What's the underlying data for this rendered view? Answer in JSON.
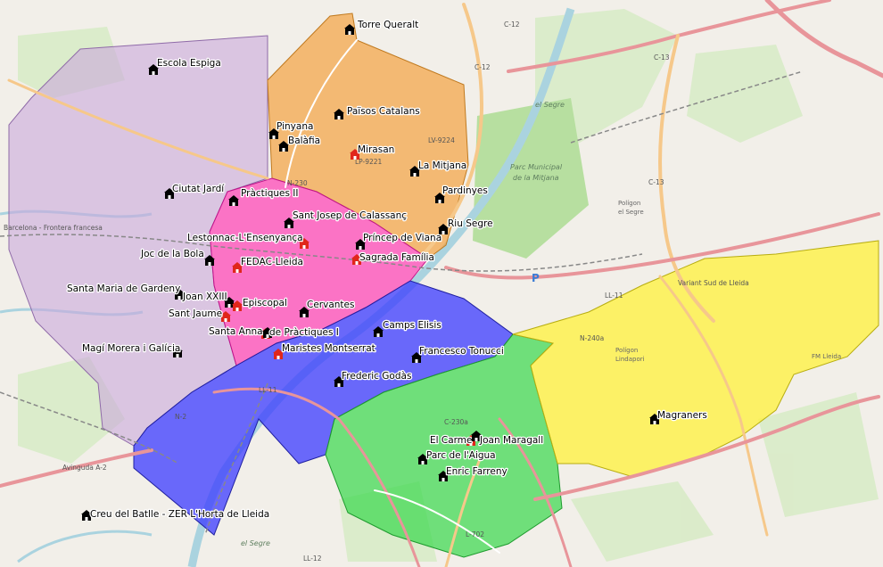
{
  "colors": {
    "background": "#f2efe9",
    "zone_west": "#c9a8dc",
    "zone_north": "#f4a340",
    "zone_center": "#ff3fb5",
    "zone_south_blue": "#3b3bff",
    "zone_south_green": "#37d84a",
    "zone_east": "#fff23a",
    "river": "#aad3df",
    "park": "#c8e6b0",
    "major_road": "#e8959a",
    "secondary_road": "#f6c88a",
    "school_icon": "#000000",
    "school_icon_red": "#e0261b"
  },
  "schools": [
    {
      "id": "torre-queralt",
      "label": "Torre Queralt",
      "icon": "school-icon",
      "red": false
    },
    {
      "id": "escola-espiga",
      "label": "Escola Espiga",
      "icon": "school-icon",
      "red": false
    },
    {
      "id": "paisos-catalans",
      "label": "Països Catalans",
      "icon": "school-icon",
      "red": false
    },
    {
      "id": "pinyana",
      "label": "Pinyana",
      "icon": "school-icon",
      "red": false
    },
    {
      "id": "balafia",
      "label": "Balàfia",
      "icon": "school-icon",
      "red": false
    },
    {
      "id": "mirasan",
      "label": "Mirasan",
      "icon": "school-icon",
      "red": true
    },
    {
      "id": "la-mitjana",
      "label": "La Mitjana",
      "icon": "school-icon",
      "red": false
    },
    {
      "id": "ciutat-jardi",
      "label": "Ciutat Jardí",
      "icon": "school-icon",
      "red": false
    },
    {
      "id": "practiques-ii",
      "label": "Pràctiques II",
      "icon": "school-icon",
      "red": false
    },
    {
      "id": "pardinyes",
      "label": "Pardinyes",
      "icon": "school-icon",
      "red": false
    },
    {
      "id": "sant-josep-calassanc",
      "label": "Sant Josep de Calassanç",
      "icon": "school-icon",
      "red": false
    },
    {
      "id": "riu-segre",
      "label": "Riu Segre",
      "icon": "school-icon",
      "red": false
    },
    {
      "id": "lestonnac",
      "label": "Lestonnac-L'Ensenyança",
      "icon": "school-icon",
      "red": true
    },
    {
      "id": "princep-viana",
      "label": "Príncep de Viana",
      "icon": "school-icon",
      "red": false
    },
    {
      "id": "joc-de-la-bola",
      "label": "Joc de la Bola",
      "icon": "school-icon",
      "red": false
    },
    {
      "id": "sagrada-familia",
      "label": "Sagrada Família",
      "icon": "school-icon",
      "red": true
    },
    {
      "id": "fedac-lleida",
      "label": "FEDAC-Lleida",
      "icon": "school-icon",
      "red": true
    },
    {
      "id": "santa-maria-gardeny",
      "label": "Santa Maria de Gardeny",
      "icon": "school-icon",
      "red": false
    },
    {
      "id": "joan-xxiii",
      "label": "Joan XXIII",
      "icon": "school-icon",
      "red": false
    },
    {
      "id": "episcopal",
      "label": "Episcopal",
      "icon": "school-icon",
      "red": true
    },
    {
      "id": "cervantes",
      "label": "Cervantes",
      "icon": "school-icon",
      "red": false
    },
    {
      "id": "sant-jaume",
      "label": "Sant Jaume",
      "icon": "school-icon",
      "red": true
    },
    {
      "id": "camps-elisis",
      "label": "Camps Elisis",
      "icon": "school-icon",
      "red": false
    },
    {
      "id": "santa-anna",
      "label": "Santa Anna",
      "icon": "school-icon",
      "red": true
    },
    {
      "id": "de-practiques-i",
      "label": "de Pràctiques I",
      "icon": "school-icon",
      "red": false
    },
    {
      "id": "magi-morera",
      "label": "Magí Morera i Galícia",
      "icon": "school-icon",
      "red": false
    },
    {
      "id": "maristes-montserrat",
      "label": "Maristes Montserrat",
      "icon": "school-icon",
      "red": true
    },
    {
      "id": "francesco-tonucci",
      "label": "Francesco Tonucci",
      "icon": "school-icon",
      "red": false
    },
    {
      "id": "frederic-godas",
      "label": "Frederic Godàs",
      "icon": "school-icon",
      "red": false
    },
    {
      "id": "magraners",
      "label": "Magraners",
      "icon": "school-icon",
      "red": false
    },
    {
      "id": "el-carme",
      "label": "El Carme",
      "icon": "school-icon",
      "red": true
    },
    {
      "id": "joan-maragall",
      "label": "Joan Maragall",
      "icon": "school-icon",
      "red": false
    },
    {
      "id": "parc-de-laigua",
      "label": "Parc de l'Aigua",
      "icon": "school-icon",
      "red": false
    },
    {
      "id": "enric-farreny",
      "label": "Enric Farreny",
      "icon": "school-icon",
      "red": false
    },
    {
      "id": "creu-del-batlle",
      "label": "Creu del Batlle - ZER L'Horta de Lleida",
      "icon": "school-icon",
      "red": false
    }
  ],
  "road_labels": {
    "c12_a": "C-12",
    "c12_b": "C-12",
    "c13": "C-13",
    "lv9224": "LV-9224",
    "lp9221": "LP-9221",
    "n230": "N-230",
    "c13b": "C-13",
    "ll11_a": "LL-11",
    "ll11_b": "LL-11",
    "n240a": "N-240a",
    "c230a": "C-230a",
    "l702": "L-702",
    "ll12": "LL-12",
    "n2": "N-2",
    "av_a2": "Avinguda A-2",
    "barcelona_frontera": "Barcelona - Frontera francesa",
    "variant": "Variant Sud de Lleida"
  },
  "area_labels": {
    "parc_mitjana_1": "Parc Municipal",
    "parc_mitjana_2": "de la Mitjana",
    "poligon_1": "Polígon",
    "poligon_2": "el Segre",
    "poligon_lindapori_1": "Polígon",
    "poligon_lindapori_2": "Lindapori",
    "fm_lleida": "FM Lleida",
    "el_segre_a": "el Segre",
    "el_segre_b": "el Segre"
  }
}
